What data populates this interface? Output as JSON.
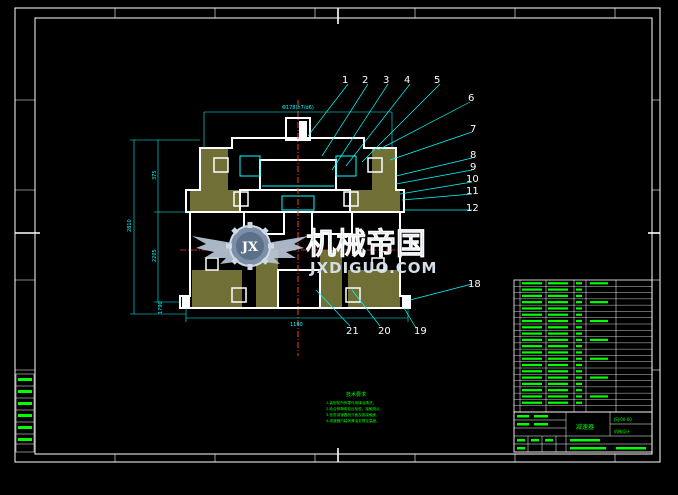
{
  "drawing": {
    "balloons": [
      "1",
      "2",
      "3",
      "4",
      "5",
      "6",
      "7",
      "8",
      "9",
      "10",
      "11",
      "12",
      "18",
      "19",
      "20",
      "21"
    ],
    "dimensions": {
      "top_width": "Φ178(h7/d6)",
      "bottom_width": "1190",
      "left_overall": "2810",
      "left_upper": "375",
      "left_lower": "2205",
      "left_foot": "1790"
    },
    "tech_requirements_title": "技术要求",
    "tech_requirements_lines": [
      "1.装配前所有零件用煤油清洗，",
      "2.啮合侧隙用铅丝检验，接触斑点，",
      "3.检查减速器剖分面及各接触面，",
      "4.减速器内装润滑油至规定高度。"
    ]
  },
  "title_block": {
    "part_name": "减速器",
    "drawing_no": "JSJ-00-00",
    "school": "机械设计"
  },
  "watermark": {
    "cn": "机械帝国",
    "en": "JXDIGUO.COM",
    "logo_letters": "JX"
  },
  "colors": {
    "background": "#000000",
    "frame": "#ffffff",
    "leader": "#00ffff",
    "part": "#ffffff",
    "hatch": "#7a7a3a",
    "dim": "#00ffff",
    "text": "#00ff00",
    "center": "#ff3333"
  }
}
